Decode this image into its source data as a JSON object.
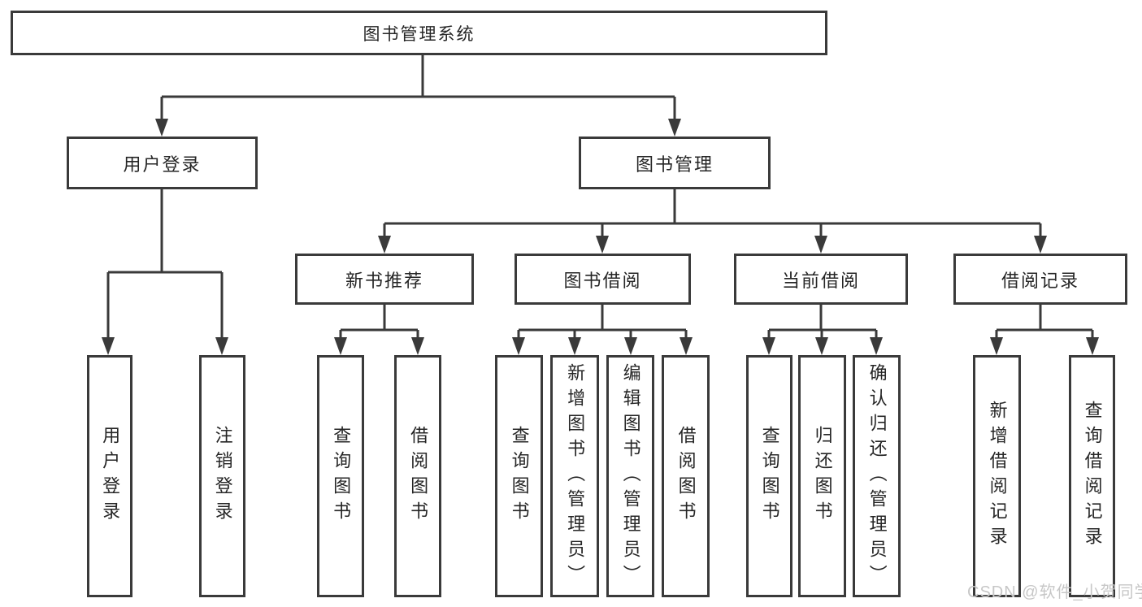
{
  "diagram_title": "图书管理系统",
  "tree": {
    "root": {
      "label": "图书管理系统"
    },
    "children": [
      {
        "label": "用户登录",
        "children": [
          "用户登录",
          "注销登录"
        ]
      },
      {
        "label": "图书管理",
        "children": [
          {
            "label": "新书推荐",
            "children": [
              "查询图书",
              "借阅图书"
            ]
          },
          {
            "label": "图书借阅",
            "children": [
              "查询图书",
              "新增图书（管理员）",
              "编辑图书（管理员）",
              "借阅图书"
            ]
          },
          {
            "label": "当前借阅",
            "children": [
              "查询图书",
              "归还图书",
              "确认归还（管理员）"
            ]
          },
          {
            "label": "借阅记录",
            "children": [
              "新增借阅记录",
              "查询借阅记录"
            ]
          }
        ]
      }
    ]
  },
  "watermark": "CSDN @软件_小贺同学",
  "colors": {
    "line": "#3a3a3a",
    "box_border": "#3a3a3a",
    "text": "#262626",
    "watermark": "#c7c7c7",
    "background": "#ffffff"
  }
}
